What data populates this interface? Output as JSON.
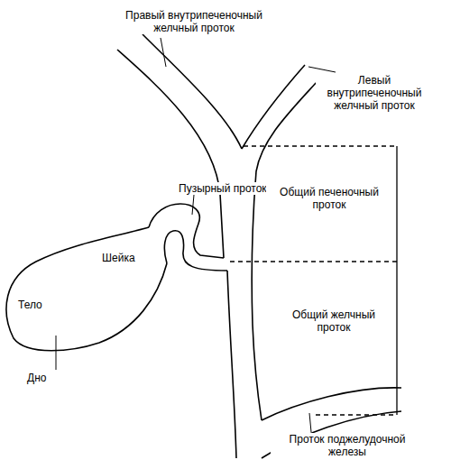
{
  "diagram": {
    "labels": [
      "Правый внутрипеченочный желчный проток",
      "Левый внутрипеченочный желчный проток",
      "Пузырный проток",
      "Общий печеночный проток",
      "Шейка",
      "Общий желчный проток",
      "Тело",
      "Дно",
      "Проток поджелудочной железы"
    ]
  }
}
